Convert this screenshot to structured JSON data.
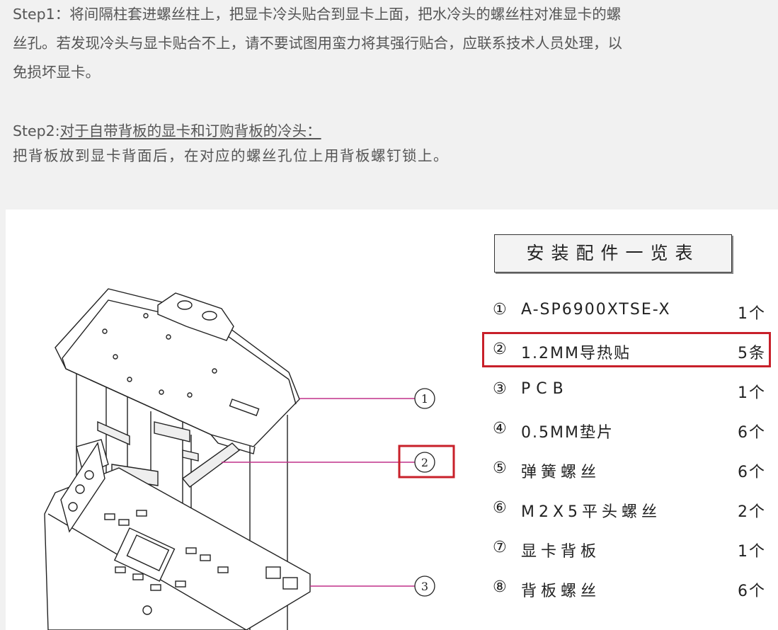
{
  "steps": {
    "step1_lines": [
      "Step1：将间隔柱套进螺丝柱上，把显卡冷头贴合到显卡上面，把水冷头的螺丝柱对准显卡的螺",
      "丝孔。若发现冷头与显卡贴合不上，请不要试图用蛮力将其强行贴合，应联系技术人员处理，以",
      "免损坏显卡。"
    ],
    "step2_label": "Step2:",
    "step2_heading": "对于自带背板的显卡和订购背板的冷头：",
    "step2_text": "把背板放到显卡背面后，在对应的螺丝孔位上用背板螺钉锁上。"
  },
  "parts_table": {
    "title": "安装配件一览表",
    "items": [
      {
        "num": "①",
        "name": "A-SP6900XTSE-X",
        "qty": "1个"
      },
      {
        "num": "②",
        "name": "1.2MM导热贴",
        "qty": "5条"
      },
      {
        "num": "③",
        "name": "PCB",
        "qty": "1个"
      },
      {
        "num": "④",
        "name": "0.5MM垫片",
        "qty": "6个"
      },
      {
        "num": "⑤",
        "name": "弹簧螺丝",
        "qty": "6个"
      },
      {
        "num": "⑥",
        "name": "M2X5平头螺丝",
        "qty": "2个"
      },
      {
        "num": "⑦",
        "name": "显卡背板",
        "qty": "1个"
      },
      {
        "num": "⑧",
        "name": "背板螺丝",
        "qty": "6个"
      }
    ]
  },
  "callouts": [
    "1",
    "2",
    "3"
  ],
  "colors": {
    "highlight": "#c8202a",
    "leader": "#c0308a"
  }
}
